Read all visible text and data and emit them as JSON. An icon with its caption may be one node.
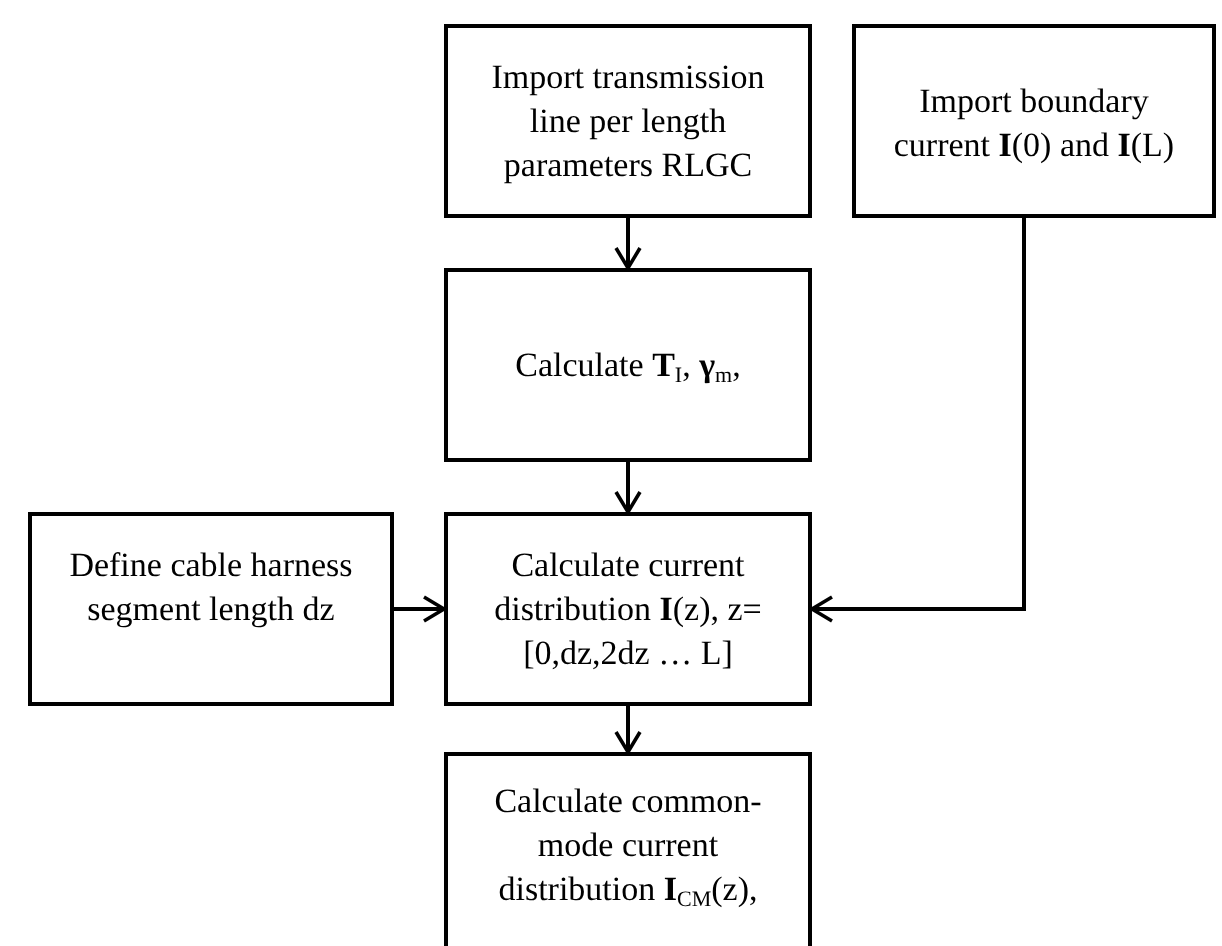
{
  "diagram": {
    "nodes": [
      {
        "text": [
          "Import transmission line per length parameters RLGC"
        ]
      },
      {
        "text": [
          "Import boundary current **I**(0) and **I**(L)"
        ]
      },
      {
        "text": [
          "Calculate **T**$_{I}$, **γ**$_{m}$,"
        ]
      },
      {
        "text": [
          "Define cable harness segment length dz"
        ]
      },
      {
        "text": [
          "Calculate current distribution **I**(z), z=[0,dz,2dz … L]"
        ]
      },
      {
        "text": [
          "Calculate common-mode current distribution **I**$_{CM}$(z),"
        ]
      }
    ],
    "edges": [
      {
        "from": 0,
        "to": 2,
        "arrow": "to"
      },
      {
        "from": 2,
        "to": 4,
        "arrow": "to"
      },
      {
        "from": 3,
        "to": 4,
        "arrow": "to"
      },
      {
        "from": 1,
        "to": 4,
        "arrow": "to"
      },
      {
        "from": 4,
        "to": 5,
        "arrow": "to"
      }
    ]
  }
}
